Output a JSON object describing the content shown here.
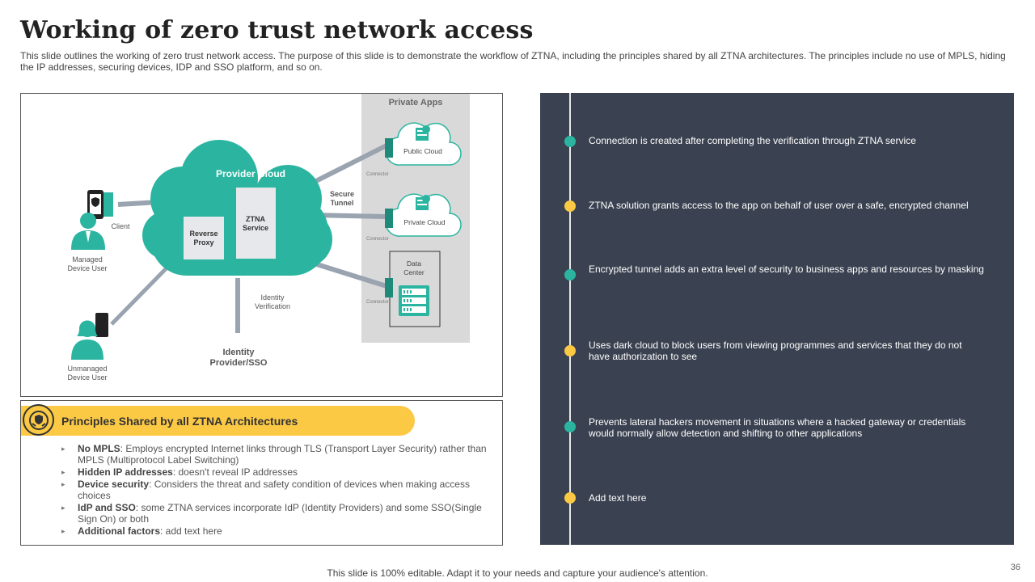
{
  "title": "Working of zero trust network access",
  "subtitle": "This slide outlines the working of zero trust network access. The purpose of this slide is to demonstrate the workflow of ZTNA,  including the principles shared by all ZTNA  architectures. The principles include no use of MPLS,  hiding the IP addresses, securing devices, IDP and SSO platform, and so on.",
  "diagram": {
    "private_apps_label": "Private Apps",
    "provider_cloud_label": "Provider Cloud",
    "ztna_service_line1": "ZTNA",
    "ztna_service_line2": "Service",
    "reverse_proxy_line1": "Reverse",
    "reverse_proxy_line2": "Proxy",
    "secure_tunnel_line1": "Secure",
    "secure_tunnel_line2": "Tunnel",
    "client_label": "Client",
    "managed_user_line1": "Managed",
    "managed_user_line2": "Device User",
    "unmanaged_user_line1": "Unmanaged",
    "unmanaged_user_line2": "Device User",
    "identity_verification_line1": "Identity",
    "identity_verification_line2": "Verification",
    "identity_provider_line1": "Identity",
    "identity_provider_line2": "Provider/SSO",
    "public_cloud_label": "Public Cloud",
    "private_cloud_label": "Private Cloud",
    "data_center_line1": "Data",
    "data_center_line2": "Center",
    "connector_label_1": "Connector",
    "connector_label_2": "Connector",
    "connector_label_3": "Connector"
  },
  "principles": {
    "title": "Principles Shared by all ZTNA Architectures",
    "items": [
      {
        "term": "No MPLS",
        "text": ": Employs encrypted Internet links through TLS (Transport Layer Security) rather than MPLS (Multiprotocol Label Switching)"
      },
      {
        "term": "Hidden IP addresses",
        "text": ": doesn't reveal IP addresses"
      },
      {
        "term": "Device security",
        "text": ": Considers the threat and safety condition of devices when making access choices"
      },
      {
        "term": "IdP and SSO",
        "text": ": some ZTNA services incorporate IdP (Identity Providers) and some SSO(Single Sign On) or both"
      },
      {
        "term": "Additional factors",
        "text": ": add text here"
      }
    ]
  },
  "timeline": [
    {
      "text": "Connection is created after completing the verification through ZTNA service",
      "color": "#2bb5a0"
    },
    {
      "text": "ZTNA solution grants access to the app on behalf of user over a safe, encrypted channel",
      "color": "#fcc945"
    },
    {
      "text": "Encrypted tunnel adds an extra level of security to business apps and resources by masking",
      "color": "#2bb5a0"
    },
    {
      "text": "Uses dark cloud to block users from viewing programmes and services that they do not have authorization to see",
      "color": "#fcc945"
    },
    {
      "text": "Prevents lateral hackers movement in situations where a hacked gateway or credentials would normally allow detection and shifting to other applications",
      "color": "#2bb5a0"
    },
    {
      "text": "Add text here",
      "color": "#fcc945"
    }
  ],
  "colors": {
    "teal": "#2bb5a0",
    "yellow": "#fcc945",
    "dark_panel": "#3a4150"
  },
  "footer": "This slide is 100% editable. Adapt it to your needs and capture your audience's attention.",
  "page_number": "36"
}
